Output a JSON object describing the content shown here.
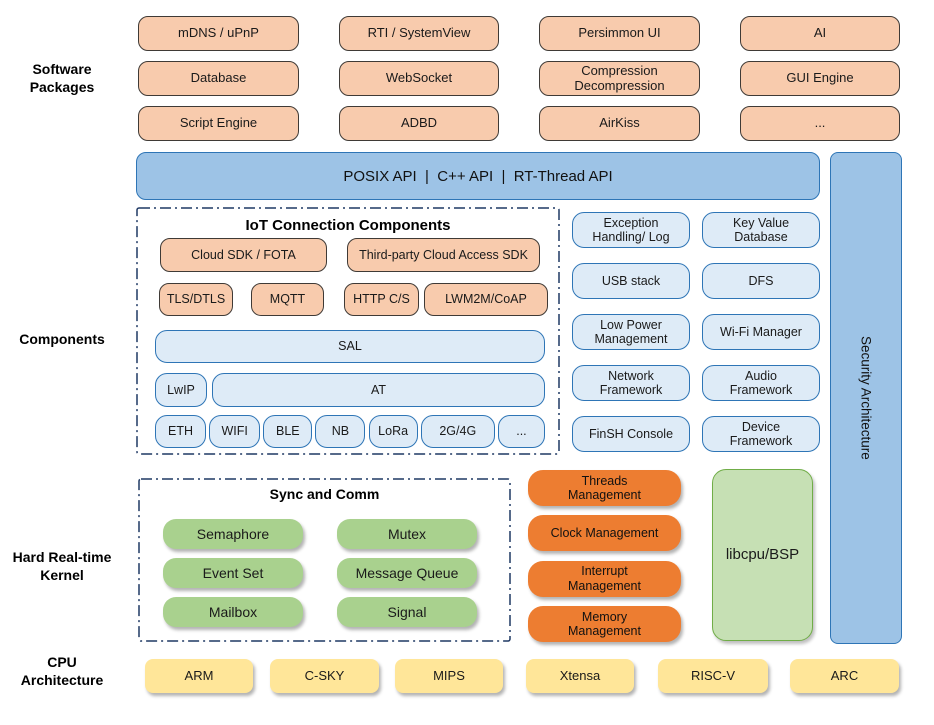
{
  "sections": {
    "software_packages": "Software Packages",
    "components": "Components",
    "kernel": "Hard Real-time Kernel",
    "cpu": "CPU Architecture"
  },
  "software_packages": {
    "rows": [
      [
        "mDNS / uPnP",
        "RTI / SystemView",
        "Persimmon UI",
        "AI"
      ],
      [
        "Database",
        "WebSocket",
        "Compression\nDecompression",
        "GUI Engine"
      ],
      [
        "Script Engine",
        "ADBD",
        "AirKiss",
        "..."
      ]
    ]
  },
  "api_bar": {
    "label": "POSIX API  |  C++ API  |  RT-Thread API"
  },
  "security_bar": {
    "label": "Security Architecture"
  },
  "iot": {
    "title": "IoT Connection Components",
    "cloud_sdk": "Cloud SDK / FOTA",
    "third_party": "Third-party Cloud Access SDK",
    "protocols": [
      "TLS/DTLS",
      "MQTT",
      "HTTP C/S",
      "LWM2M/CoAP"
    ],
    "sal": "SAL",
    "lwip": "LwIP",
    "at": "AT",
    "links": [
      "ETH",
      "WIFI",
      "BLE",
      "NB",
      "LoRa",
      "2G/4G",
      "..."
    ]
  },
  "components_right": {
    "items": [
      "Exception\nHandling/ Log",
      "Key Value\nDatabase",
      "USB stack",
      "DFS",
      "Low Power\nManagement",
      "Wi-Fi Manager",
      "Network\nFramework",
      "Audio\nFramework",
      "FinSH Console",
      "Device\nFramework"
    ]
  },
  "kernel": {
    "sync_title": "Sync and Comm",
    "sync_items": [
      "Semaphore",
      "Mutex",
      "Event Set",
      "Message Queue",
      "Mailbox",
      "Signal"
    ],
    "management": [
      "Threads\nManagement",
      "Clock Management",
      "Interrupt\nManagement",
      "Memory\nManagement"
    ],
    "libcpu": "libcpu/BSP"
  },
  "cpu": {
    "items": [
      "ARM",
      "C-SKY",
      "MIPS",
      "Xtensa",
      "RISC-V",
      "ARC"
    ]
  },
  "colors": {
    "package_fill": "#F8CBAD",
    "api_fill": "#9DC3E6",
    "component_fill": "#DEEBF7",
    "blue_border": "#2E75B6",
    "sync_fill": "#A9D18E",
    "libcpu_fill": "#C6E0B4",
    "management_fill": "#ED7D31",
    "cpu_fill": "#FFE699",
    "dash_border": "#1F3864"
  }
}
